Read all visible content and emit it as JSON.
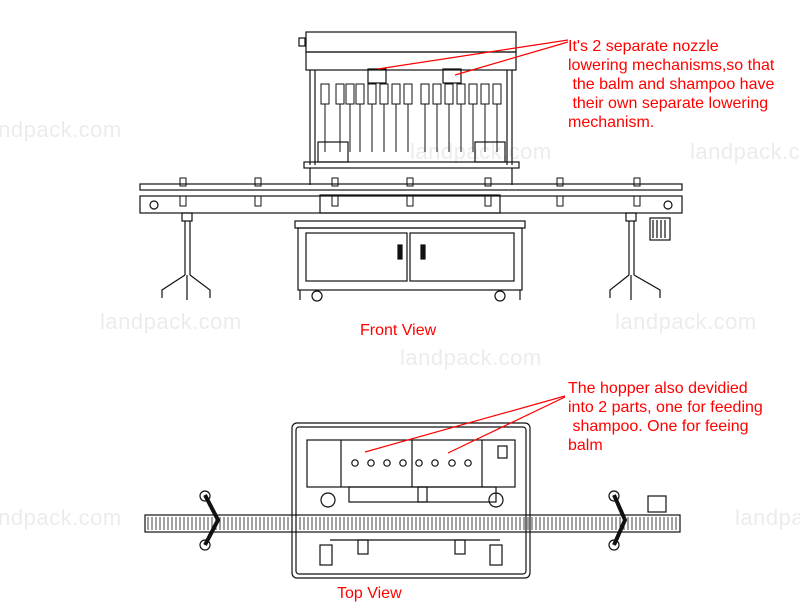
{
  "watermark": "landpack.com",
  "front_view": {
    "caption": "Front View",
    "annotation": "It's 2 separate nozzle\nlowering mechanisms,so that\n the balm and shampoo have\n their own separate lowering\nmechanism."
  },
  "top_view": {
    "caption": "Top View",
    "annotation": "The hopper also devidied\ninto 2 parts, one for feeding\n shampoo. One for feeing\nbalm"
  },
  "colors": {
    "annotation": "#ff0000",
    "drawing": "#111111",
    "watermark": "#ececec"
  }
}
